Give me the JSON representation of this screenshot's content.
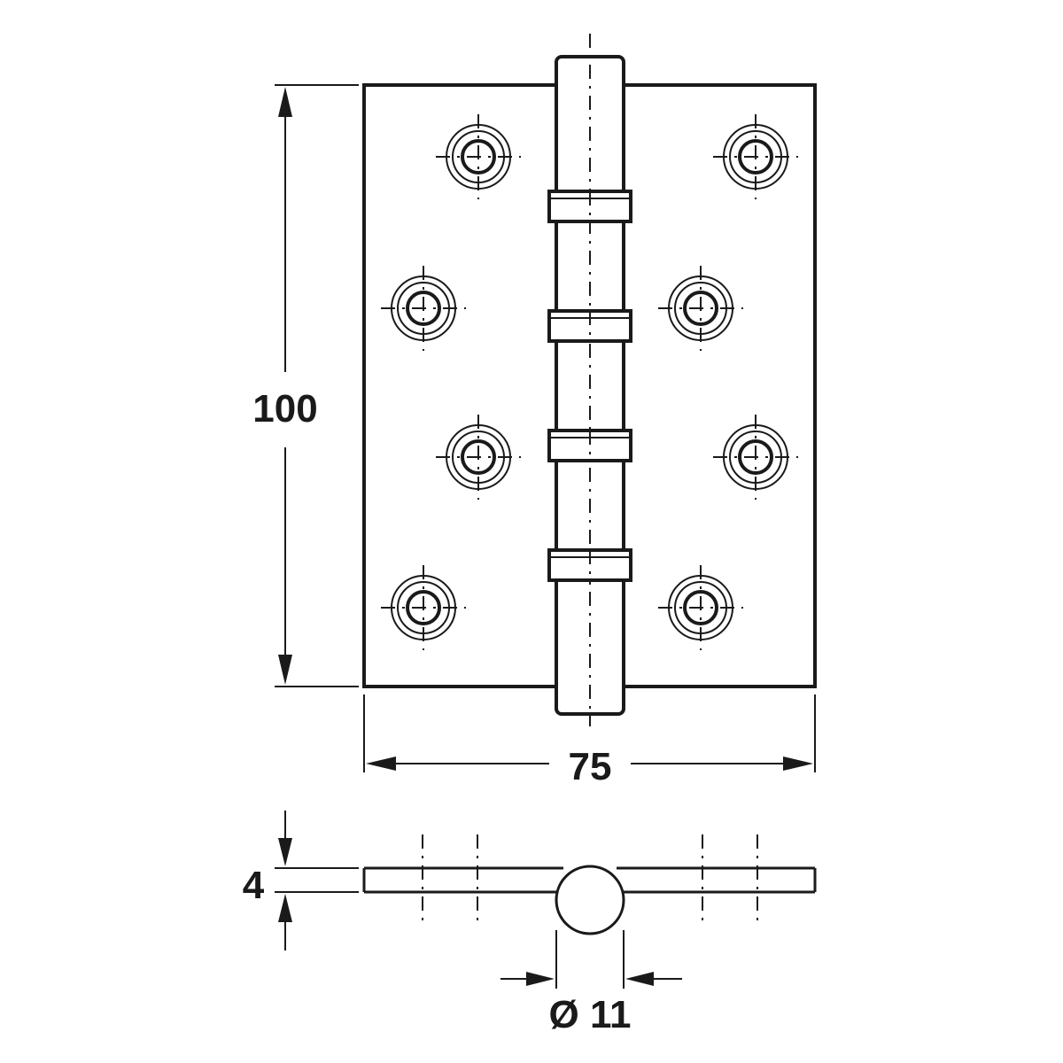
{
  "drawing": {
    "height_label": "100",
    "width_label": "75",
    "thickness_label": "4",
    "pin_diameter_label": "Ø 11"
  },
  "hinge": {
    "screw_holes_per_leaf": 4,
    "knuckle_bands": 4
  },
  "colors": {
    "line": "#1a1a1a",
    "background": "#ffffff"
  }
}
